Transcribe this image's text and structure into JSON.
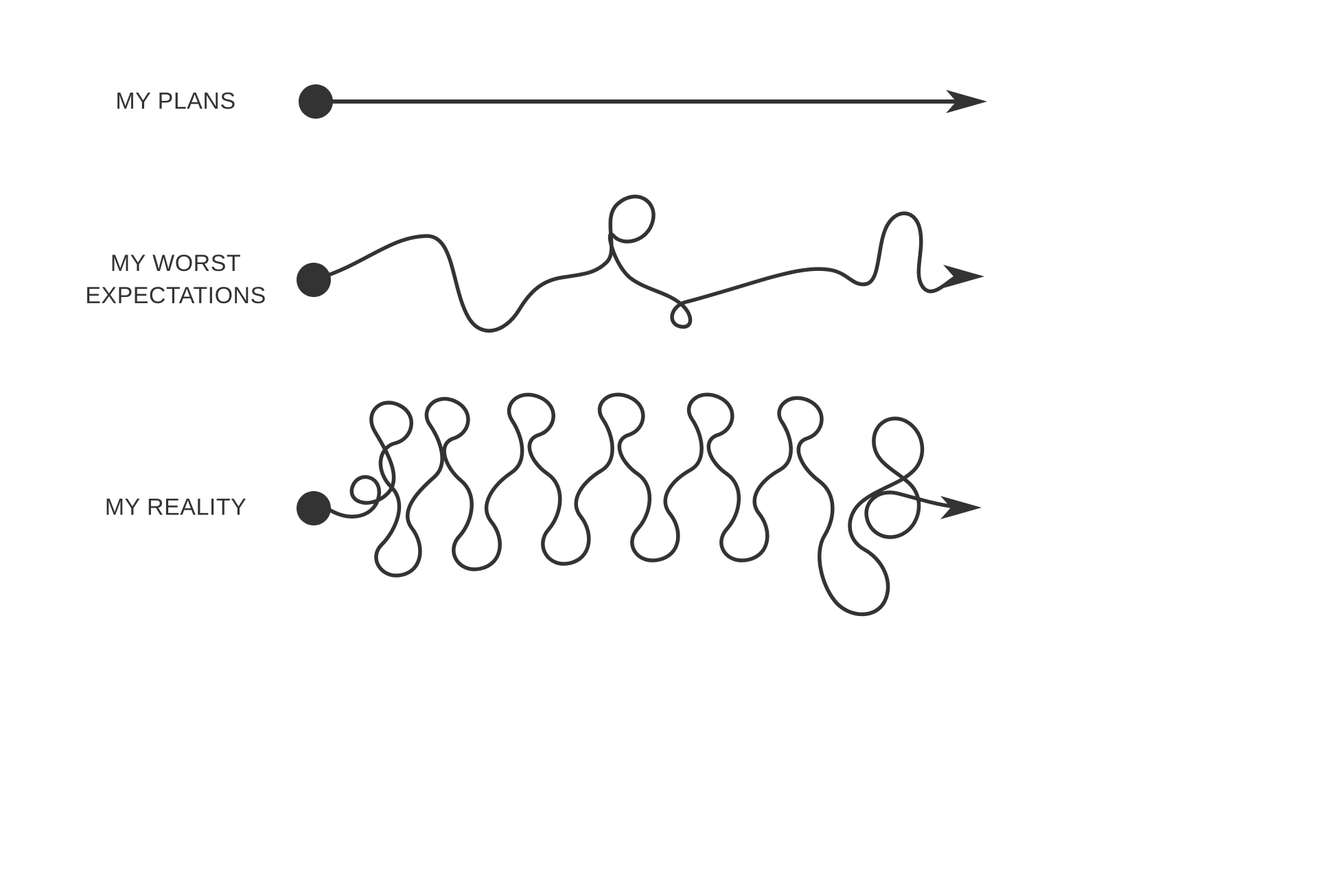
{
  "colors": {
    "background": "#ffffff",
    "ink": "#333333"
  },
  "rows": [
    {
      "label": "MY PLANS",
      "line_style": "straight-arrow"
    },
    {
      "label": "MY WORST EXPECTATIONS",
      "line_style": "wavy-arrow"
    },
    {
      "label": "MY REALITY",
      "line_style": "tangled-scribble-arrow"
    }
  ]
}
